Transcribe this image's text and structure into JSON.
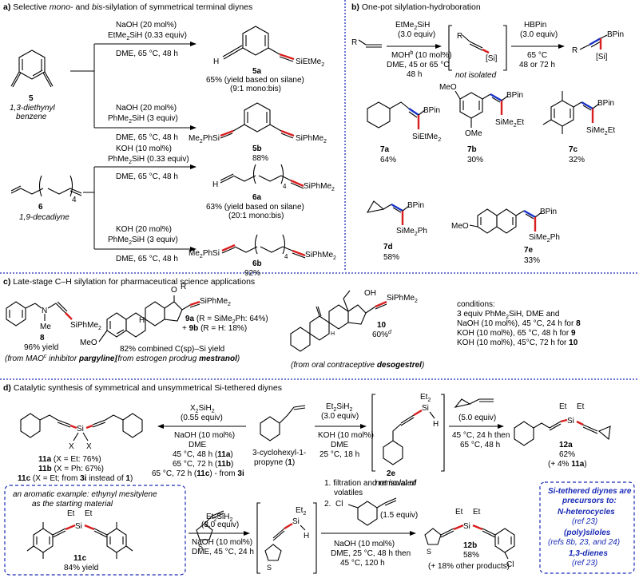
{
  "sec_a": {
    "head_a": "a)",
    "head_b": "Selective",
    "head_c": "mono-",
    "head_d": "and",
    "head_e": "bis",
    "head_f": "-silylation of symmetrical terminal diynes",
    "sm5_num": "5",
    "sm5_name1": "1,3-diethynyl",
    "sm5_name2": "benzene",
    "r5a_1": "NaOH (20 mol%)",
    "r5a_2": "EtMe",
    "r5a_2b": "2",
    "r5a_2c": "SiH (0.33 equiv)",
    "r5a_3": "DME, 65 °C, 48 h",
    "p5a_H": "H",
    "p5a_Si": "SiEtMe",
    "p5a_Si2": "2",
    "p5a_num": "5a",
    "p5a_yield": "65% (yield based on silane)",
    "p5a_ratio": "(9:1 mono:bis)",
    "r5b_1": "NaOH (20 mol%)",
    "r5b_2": "PhMe",
    "r5b_2b": "2",
    "r5b_2c": "SiH (3 equiv)",
    "r5b_3": "DME, 65 °C, 48 h",
    "p5b_L": "Me",
    "p5b_L2": "2",
    "p5b_L3": "PhSi",
    "p5b_R": "SiPhMe",
    "p5b_R2": "2",
    "p5b_num": "5b",
    "p5b_yield": "88%",
    "sm6_num": "6",
    "sm6_name": "1,9-decadiyne",
    "sm6_sub": "4",
    "r6a_1": "KOH (10 mol%)",
    "r6a_2": "PhMe",
    "r6a_2b": "2",
    "r6a_2c": "SiH (0.33 equiv)",
    "r6a_3": "DME, 65 °C, 48 h",
    "p6a_H": "H",
    "p6a_sub": "4",
    "p6a_Si": "SiPhMe",
    "p6a_Si2": "2",
    "p6a_num": "6a",
    "p6a_yield": "63% (yield based on silane)",
    "p6a_ratio": "(20:1 mono:bis)",
    "r6b_1": "KOH (20 mol%)",
    "r6b_2": "PhMe",
    "r6b_2b": "2",
    "r6b_2c": "SiH (3 equiv)",
    "r6b_3": "DME, 65 °C, 48 h",
    "p6b_L": "Me",
    "p6b_L2": "2",
    "p6b_L3": "PhSi",
    "p6b_sub": "4",
    "p6b_R": "SiPhMe",
    "p6b_R2": "2",
    "p6b_num": "6b",
    "p6b_yield": "92%"
  },
  "sec_b": {
    "head_a": "b)",
    "head_b": "One-pot silylation-hydroboration",
    "sm_R": "R",
    "c1_1": "EtMe",
    "c1_1b": "2",
    "c1_1c": "SiH",
    "c1_2": "(3.0 equiv)",
    "c1_3": "MOH",
    "c1_3b": "b",
    "c1_3c": " (10 mol%)",
    "c1_4": "DME, 45 or 65 °C",
    "c1_5": "48 h",
    "int_R": "R",
    "int_Si": "[Si]",
    "int_note": "not isolated",
    "c2_1": "HBPin",
    "c2_2": "(3.0 equiv)",
    "c2_3": "65 °C",
    "c2_4": "48 or 72 h",
    "prod_R": "R",
    "prod_B": "BPin",
    "prod_Si": "[Si]",
    "p7a_B": "BPin",
    "p7a_Si": "SiEtMe",
    "p7a_Si2": "2",
    "p7a_num": "7a",
    "p7a_y": "64%",
    "p7b_OMe1": "MeO",
    "p7b_OMe2": "OMe",
    "p7b_B": "BPin",
    "p7b_Si": "SiMe",
    "p7b_Si2": "2",
    "p7b_Si3": "Et",
    "p7b_num": "7b",
    "p7b_y": "30%",
    "p7c_B": "BPin",
    "p7c_Si": "SiMe",
    "p7c_Si2": "2",
    "p7c_Si3": "Et",
    "p7c_num": "7c",
    "p7c_y": "32%",
    "p7d_B": "BPin",
    "p7d_Si": "SiMe",
    "p7d_Si2": "2",
    "p7d_Si3": "Ph",
    "p7d_num": "7d",
    "p7d_y": "58%",
    "p7e_OMe": "MeO",
    "p7e_B": "BPin",
    "p7e_Si": "SiMe",
    "p7e_Si2": "2",
    "p7e_Si3": "Ph",
    "p7e_num": "7e",
    "p7e_y": "33%"
  },
  "sec_c": {
    "head_a": "c)",
    "head_b": "Late-stage C–H silylation for pharmaceutical science applications",
    "p8_N": "N",
    "p8_Me": "Me",
    "p8_Si": "SiPhMe",
    "p8_Si2": "2",
    "p8_num": "8",
    "p8_y": "96% yield",
    "p8_src1": "(from MAO",
    "p8_src1b": "c",
    "p8_src2": " inhibitor ",
    "p8_src3": "pargyline",
    ")": ")",
    "p9_O": "O",
    "p9_R": "R",
    "p9_Si": "SiPhMe",
    "p9_Si2": "2",
    "p9_H": "H",
    "p9_MeO": "MeO",
    "p9_a1": "9a",
    "p9_a2": " (R = SiMe",
    "p9_a3": "2",
    "p9_a4": "Ph: 64%)",
    "p9_b1": "+ ",
    "p9_b2": "9b",
    "p9_b3": " (R = H: 18%)",
    "p9_c": "82% combined C(sp)–Si yield",
    "p9_src1": "(from estrogen prodrug ",
    "p9_src2": "mestranol",
    "p9_src3": ")",
    "p10_OH": "OH",
    "p10_Si": "SiPhMe",
    "p10_Si2": "2",
    "p10_H": "H",
    "p10_num": "10",
    "p10_y": "60%",
    "p10_ys": "d",
    "p10_src1": "(from oral contraceptive ",
    "p10_src2": "desogestrel",
    "p10_src3": ")",
    "cond_0": "conditions:",
    "cond_1": "3 equiv PhMe",
    "cond_1b": "2",
    "cond_1c": "SiH, DME and",
    "cond_2": "NaOH (10 mol%), 45 °C, 24 h for ",
    "cond_2b": "8",
    "cond_3": "KOH (10 mol%), 65 °C, 48 h for ",
    "cond_3b": "9",
    "cond_4": "KOH (10 mol%), 45°C, 72 h for ",
    "cond_4b": "10"
  },
  "sec_d": {
    "head_a": "d)",
    "head_b": "Catalytic synthesis of symmetrical and unsymmetrical Si-tethered diynes",
    "l_1": "X",
    "l_1b": "2",
    "l_1c": "SiH",
    "l_1d": "2",
    "l_2": "(0.55 equiv)",
    "l_3": "NaOH (10 mol%)",
    "l_4": "DME",
    "l_5": "45 °C, 48 h (",
    "l_5b": "11a",
    "l_5c": ")",
    "l_6": "65 °C, 72 h (",
    "l_6b": "11b",
    "l_6c": ")",
    "l_7": "65 °C, 72 h (",
    "l_7b": "11c",
    "l_7c": ") - from ",
    "l_7d": "3i",
    "p11_Si": "Si",
    "p11_X1": "X",
    "p11_X2": "X",
    "p11a_1": "11a",
    "p11a_2": " (X = Et: 76%)",
    "p11b_1": "11b",
    "p11b_2": " (X = Ph: 67%)",
    "p11c_1": "11c",
    "p11c_2": " (X = Et; from ",
    "p11c_3": "3i",
    "p11c_4": " instead of ",
    "p11c_5": "1",
    "p11c_6": ")",
    "sm1_1": "3-cyclohexyl-1-",
    "sm1_2": "propyne (",
    "sm1_3": "1",
    "sm1_4": ")",
    "r_1": "Et",
    "r_1b": "2",
    "r_1c": "SiH",
    "r_1d": "2",
    "r_2": "(3.0 equiv)",
    "r_3": "KOH (10 mol%)",
    "r_4": "DME",
    "r_5": "25 °C, 18 h",
    "i2e_Et": "Et",
    "i2e_Et2": "2",
    "i2e_Si": "Si",
    "i2e_H": "H",
    "i2e_num": "2e",
    "i2e_note": "not isolated",
    "r2_1": "(5.0 equiv)",
    "r2_2": "45 °C, 24 h then",
    "r2_3": "65 °C, 48 h",
    "p12a_Et1": "Et",
    "p12a_Et2": "Et",
    "p12a_Si": "Si",
    "p12a_num": "12a",
    "p12a_y": "62%",
    "p12a_o1": "(+ 4% ",
    "p12a_o2": "11a",
    "p12a_o3": ")",
    "ex_1": "an aromatic example: ethynyl mesitylene",
    "ex_2": "as the starting material",
    "ex_Et1": "Et",
    "ex_Et2": "Et",
    "ex_Si": "Si",
    "ex_num": "11c",
    "ex_y": "84% yield",
    "t_1": "Et",
    "t_1b": "2",
    "t_1c": "SiH",
    "t_1d": "2",
    "t_2": "(3.0 equiv)",
    "t_3": "NaOH (10 mol%)",
    "t_4": "DME, 45 °C, 24 h",
    "ti_Et": "Et",
    "ti_Et2": "2",
    "ti_Si": "Si",
    "ti_H": "H",
    "s_1": "1. filtration and removal of",
    "s_1b": "volatiles",
    "s_2": "2.",
    "s_Cl": "Cl",
    "s_3": "(1.5 equiv)",
    "s_4": "NaOH (10 mol%)",
    "s_5": "DME, 25 °C, 48 h then",
    "s_6": "45 °C, 120 h",
    "p12b_Et1": "Et",
    "p12b_Et2": "Et",
    "p12b_Si": "Si",
    "p12b_Cl": "Cl",
    "p12b_num": "12b",
    "p12b_y": "58%",
    "p12b_o": "(+ 18% other products)",
    "box_1": "Si-tethered diynes are",
    "box_2": "precursors to:",
    "box_3": "N-heterocycles",
    "box_4": "(ref 23)",
    "box_5": "(poly)siloles",
    "box_6": "(refs 8b, 23, and 24)",
    "box_7": "1,3-dienes",
    "box_8": "(ref 23)"
  }
}
